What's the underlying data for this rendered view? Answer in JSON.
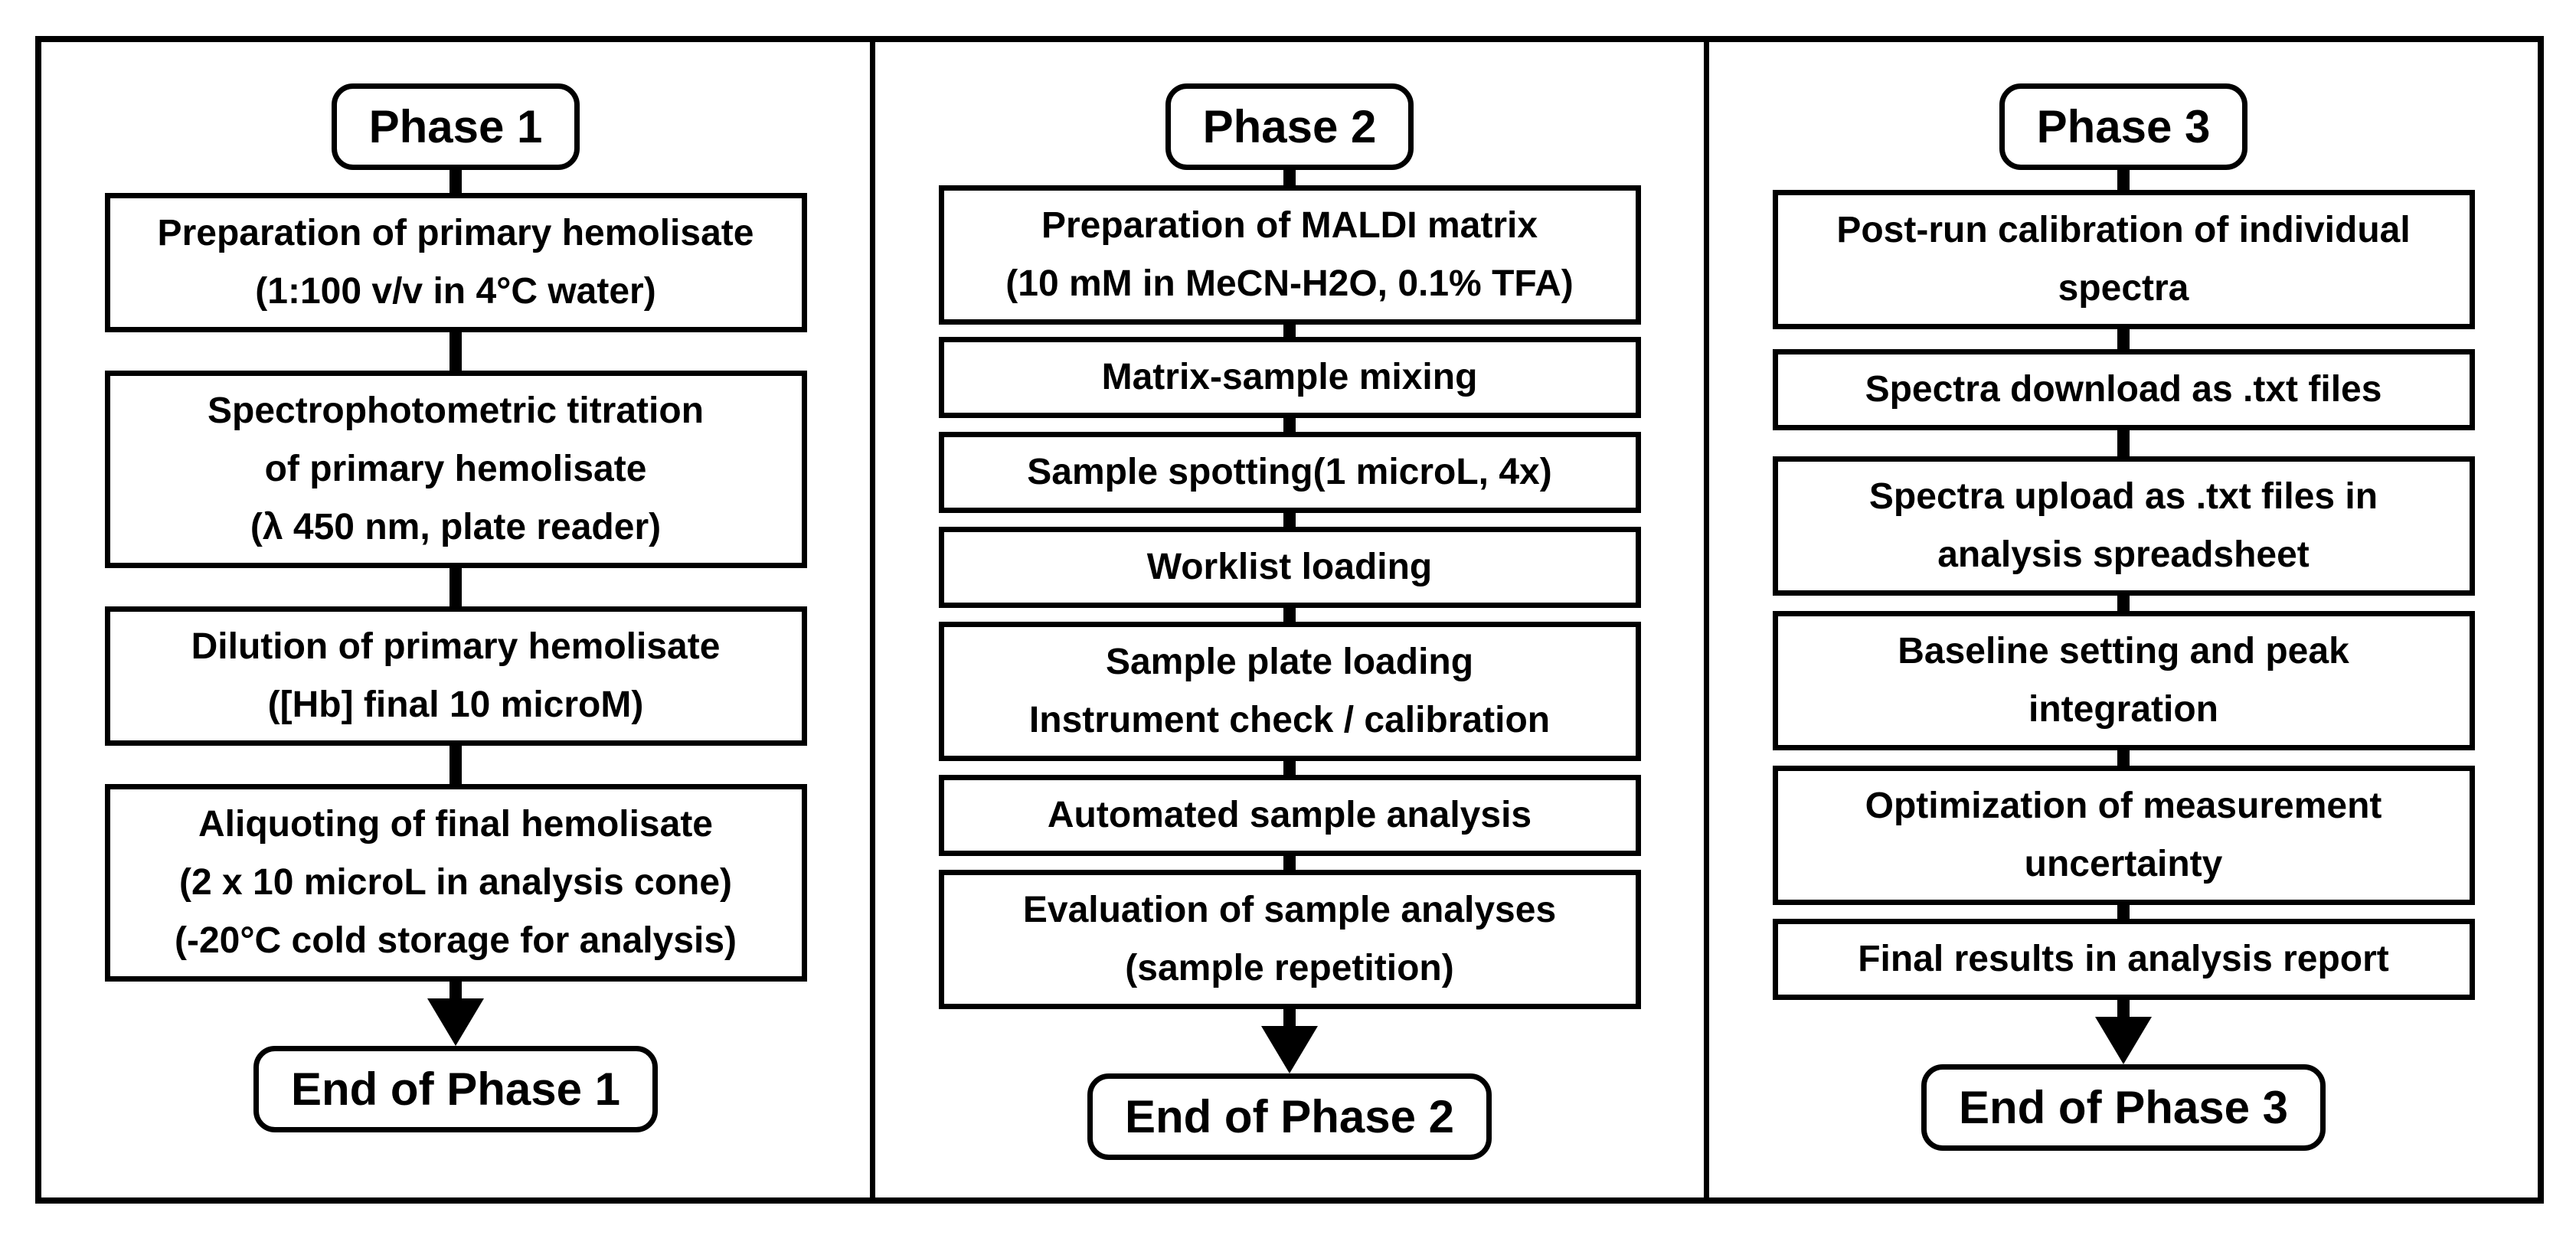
{
  "page": {
    "background_color": "#ffffff",
    "line_color": "#000000"
  },
  "diagram": {
    "type": "flowchart",
    "columns": [
      {
        "id": "phase-1",
        "phase_label": "Phase 1",
        "steps": [
          {
            "lines": [
              "Preparation of primary hemolisate",
              "(1:100 v/v in 4°C water)"
            ]
          },
          {
            "lines": [
              "Spectrophotometric titration",
              "of primary hemolisate",
              "(λ 450 nm, plate reader)"
            ]
          },
          {
            "lines": [
              "Dilution of primary hemolisate",
              "([Hb] final 10 microM)"
            ]
          },
          {
            "lines": [
              "Aliquoting of final hemolisate",
              "(2 x 10 microL in analysis cone)",
              "(-20°C cold storage for analysis)"
            ]
          }
        ],
        "end_label": "End of Phase 1"
      },
      {
        "id": "phase-2",
        "phase_label": "Phase 2",
        "steps": [
          {
            "lines": [
              "Preparation of MALDI matrix",
              "(10 mM in MeCN-H2O, 0.1% TFA)"
            ]
          },
          {
            "lines": [
              "Matrix-sample mixing"
            ]
          },
          {
            "lines": [
              "Sample spotting(1 microL, 4x)"
            ]
          },
          {
            "lines": [
              "Worklist loading"
            ]
          },
          {
            "lines": [
              "Sample plate loading",
              "Instrument check / calibration"
            ]
          },
          {
            "lines": [
              "Automated sample analysis"
            ]
          },
          {
            "lines": [
              "Evaluation of sample analyses",
              "(sample repetition)"
            ]
          }
        ],
        "end_label": "End of Phase 2"
      },
      {
        "id": "phase-3",
        "phase_label": "Phase 3",
        "steps": [
          {
            "lines": [
              "Post-run calibration of individual",
              "spectra"
            ]
          },
          {
            "lines": [
              "Spectra download as .txt files"
            ]
          },
          {
            "lines": [
              "Spectra upload as .txt files in",
              "analysis spreadsheet"
            ]
          },
          {
            "lines": [
              "Baseline setting and peak",
              "integration"
            ]
          },
          {
            "lines": [
              "Optimization of measurement",
              "uncertainty"
            ]
          },
          {
            "lines": [
              "Final results in analysis report"
            ]
          }
        ],
        "end_label": "End of Phase 3"
      }
    ]
  }
}
